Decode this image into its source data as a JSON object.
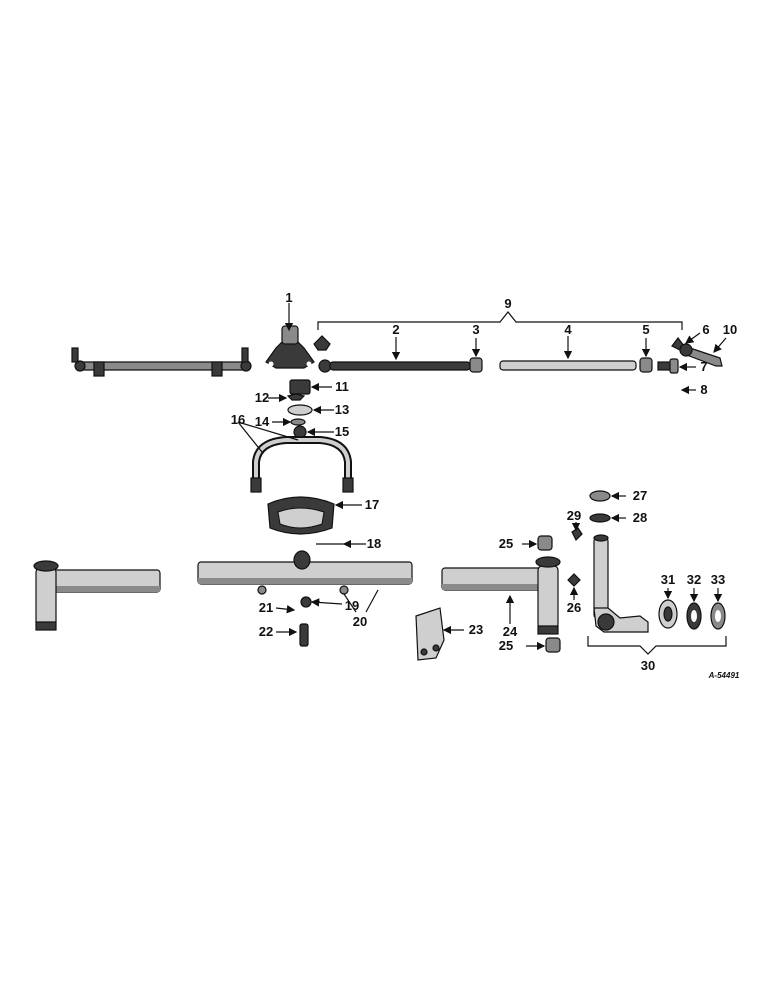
{
  "callouts": {
    "c1": "1",
    "c2": "2",
    "c3": "3",
    "c4": "4",
    "c5": "5",
    "c6": "6",
    "c7": "7",
    "c8": "8",
    "c9": "9",
    "c10": "10",
    "c11": "11",
    "c12": "12",
    "c13": "13",
    "c14": "14",
    "c15": "15",
    "c16": "16",
    "c17": "17",
    "c18": "18",
    "c19": "19",
    "c20": "20",
    "c21": "21",
    "c22": "22",
    "c23": "23",
    "c24": "24",
    "c25a": "25",
    "c25b": "25",
    "c26": "26",
    "c27": "27",
    "c28": "28",
    "c29": "29",
    "c30": "30",
    "c31": "31",
    "c32": "32",
    "c33": "33"
  },
  "reference_code": "A-54491"
}
